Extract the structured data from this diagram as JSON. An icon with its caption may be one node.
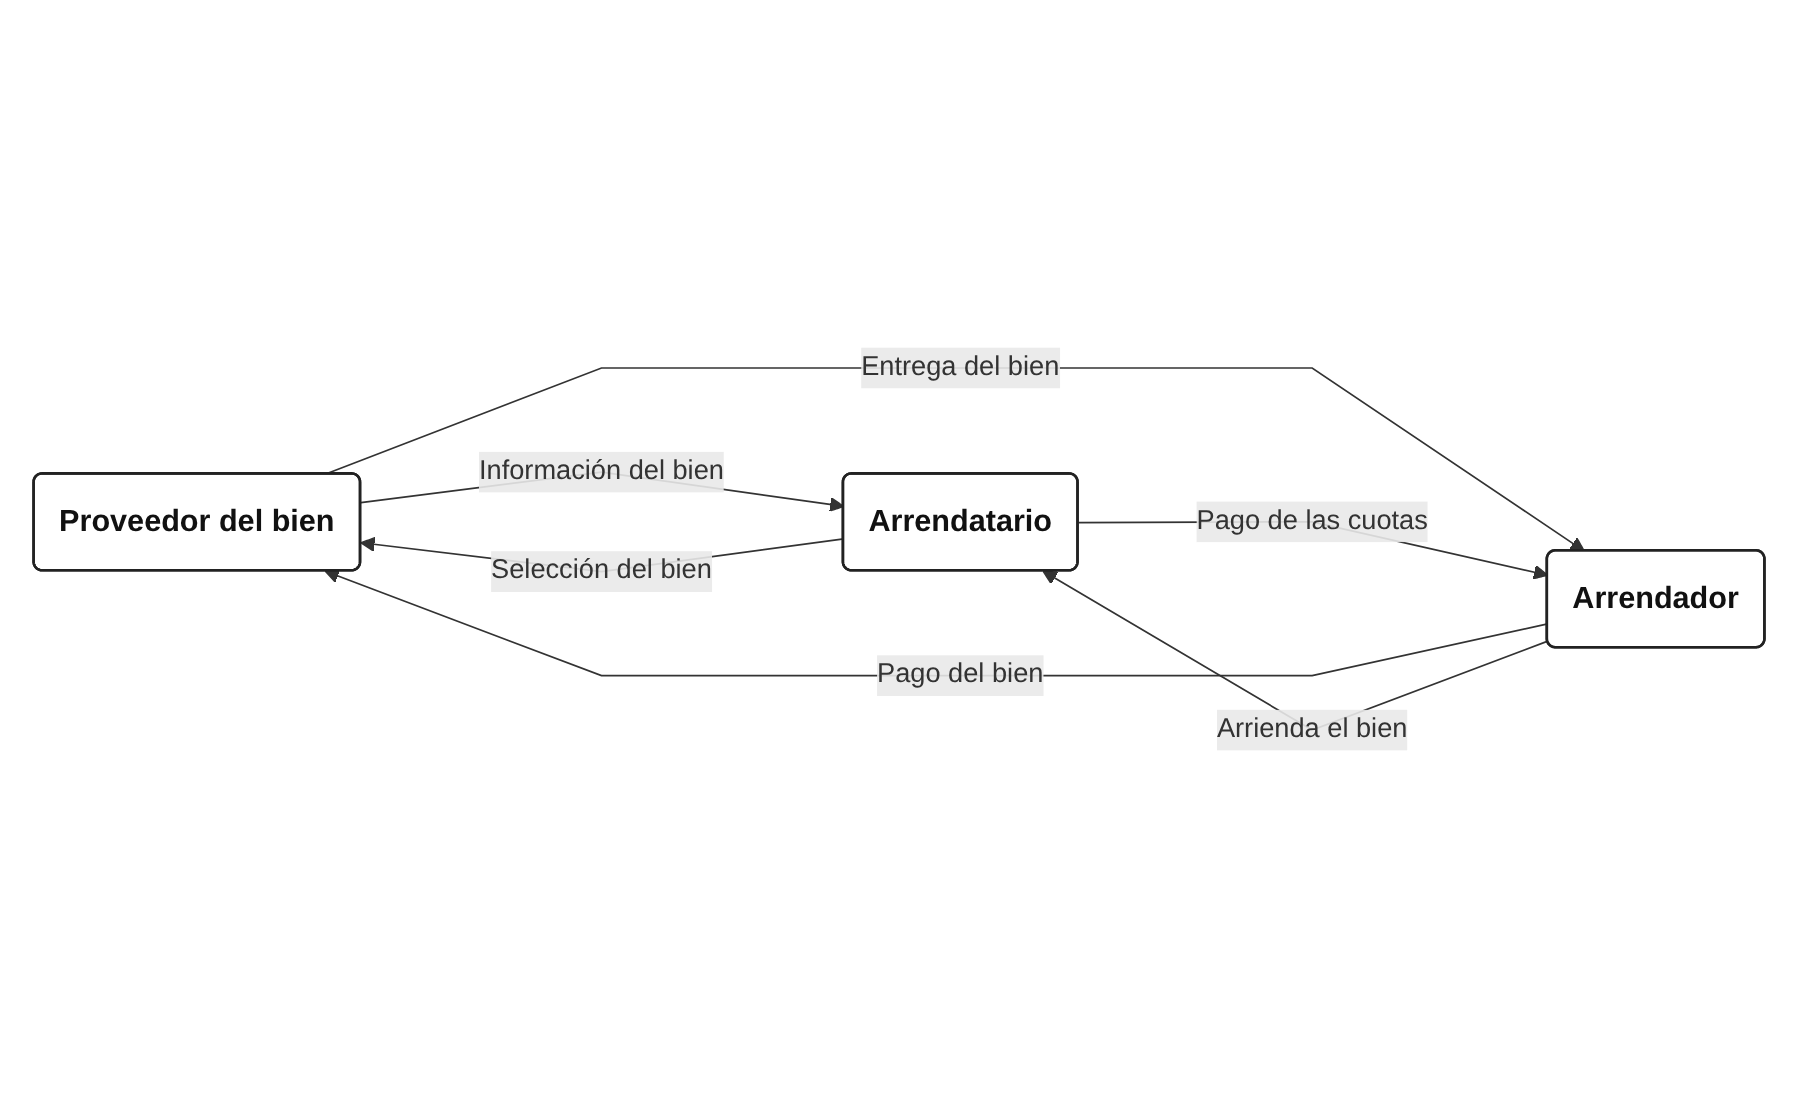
{
  "diagram": {
    "nodes": [
      {
        "text": [
          "Proveedor del bien"
        ]
      },
      {
        "text": [
          "Arrendatario"
        ]
      },
      {
        "text": [
          "Arrendador"
        ]
      }
    ],
    "edges": [
      {
        "from": 0,
        "to": 1,
        "arrow": "to",
        "label": "Información del bien"
      },
      {
        "from": 1,
        "to": 0,
        "arrow": "to",
        "label": "Selección del bien"
      },
      {
        "from": 0,
        "to": 2,
        "arrow": "to",
        "label": "Entrega del bien"
      },
      {
        "from": 2,
        "to": 0,
        "arrow": "to",
        "label": "Pago del bien"
      },
      {
        "from": 1,
        "to": 2,
        "arrow": "to",
        "label": "Pago de las cuotas"
      },
      {
        "from": 2,
        "to": 1,
        "arrow": "to",
        "label": "Arrienda el bien"
      }
    ]
  }
}
